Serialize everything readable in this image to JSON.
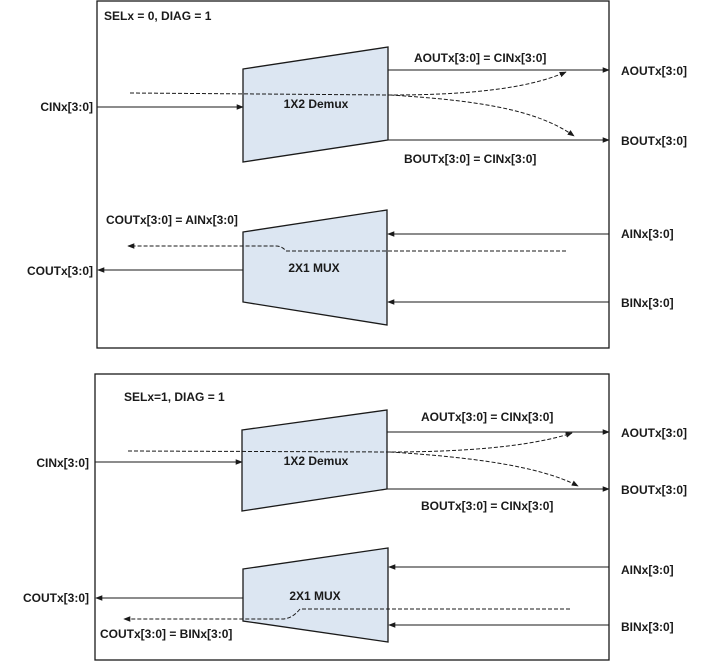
{
  "colors": {
    "block_fill": "#dce6f2",
    "stroke": "#1a1a1a"
  },
  "panels": [
    {
      "mode_label": "SELx = 0, DIAG = 1",
      "demux": {
        "label": "1X2 Demux",
        "out_a_expr": "AOUTx[3:0] = CINx[3:0]",
        "out_b_expr": "BOUTx[3:0] = CINx[3:0]"
      },
      "mux": {
        "label": "2X1 MUX",
        "cout_expr": "COUTx[3:0] = AINx[3:0]"
      },
      "ports": {
        "cin": "CINx[3:0]",
        "cout": "COUTx[3:0]",
        "aout": "AOUTx[3:0]",
        "bout": "BOUTx[3:0]",
        "ain": "AINx[3:0]",
        "bin": "BINx[3:0]"
      }
    },
    {
      "mode_label": "SELx=1, DIAG = 1",
      "demux": {
        "label": "1X2 Demux",
        "out_a_expr": "AOUTx[3:0] = CINx[3:0]",
        "out_b_expr": "BOUTx[3:0] = CINx[3:0]"
      },
      "mux": {
        "label": "2X1 MUX",
        "cout_expr": "COUTx[3:0] = BINx[3:0]"
      },
      "ports": {
        "cin": "CINx[3:0]",
        "cout": "COUTx[3:0]",
        "aout": "AOUTx[3:0]",
        "bout": "BOUTx[3:0]",
        "ain": "AINx[3:0]",
        "bin": "BINx[3:0]"
      }
    }
  ]
}
